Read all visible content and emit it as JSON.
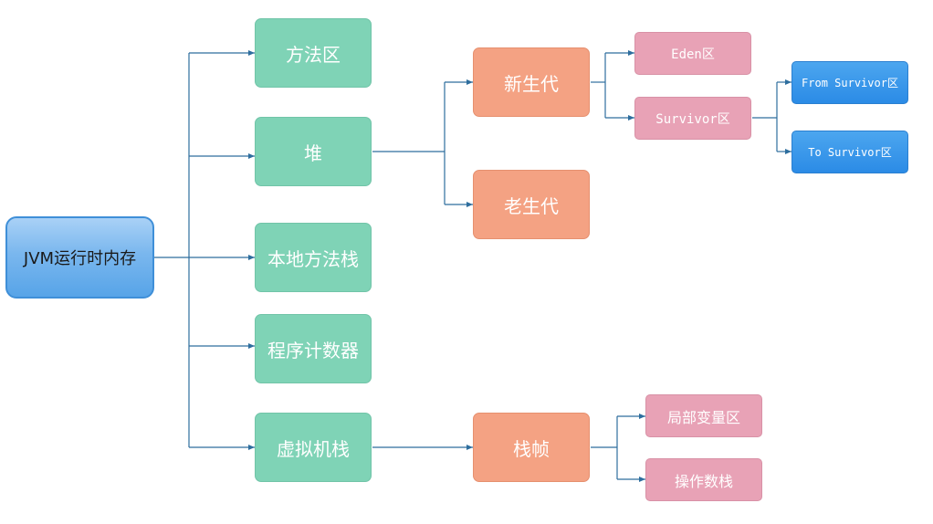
{
  "diagram": {
    "root": {
      "label": "JVM运行时内存"
    },
    "areas": {
      "method_area": "方法区",
      "heap": "堆",
      "native_method_stack": "本地方法栈",
      "program_counter": "程序计数器",
      "vm_stack": "虚拟机栈"
    },
    "heap_children": {
      "young_gen": "新生代",
      "old_gen": "老生代"
    },
    "young_children": {
      "eden": "Eden区",
      "survivor": "Survivor区"
    },
    "survivor_children": {
      "from": "From Survivor区",
      "to": "To Survivor区"
    },
    "vm_stack_children": {
      "stack_frame": "栈帧"
    },
    "frame_children": {
      "local_vars": "局部变量区",
      "operand_stack": "操作数栈"
    },
    "colors": {
      "connector": "#2e6e9e",
      "root": "#7ab7ee",
      "teal": "#7fd3b6",
      "orange": "#f4a283",
      "pink": "#e8a2b6",
      "blue": "#2b8be6"
    }
  }
}
